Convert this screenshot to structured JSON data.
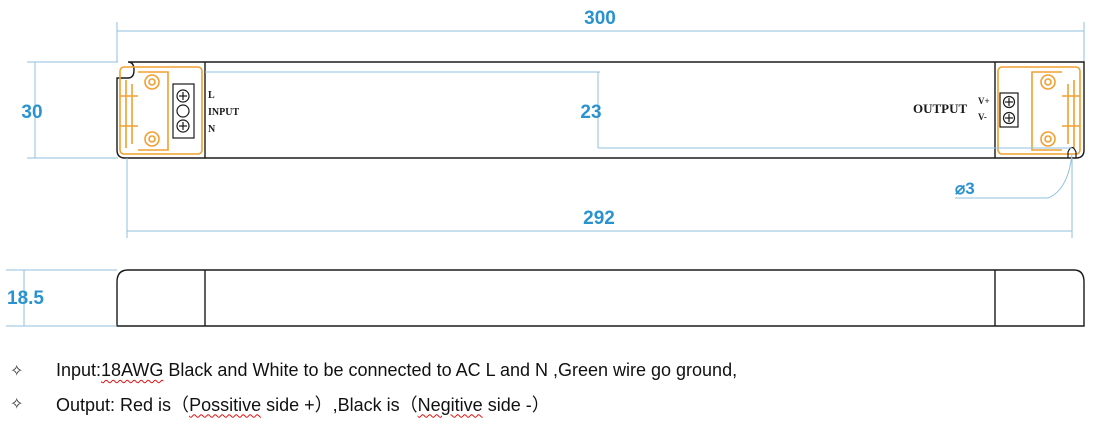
{
  "dimensions": {
    "total_length": "300",
    "width": "30",
    "inner_height": "23",
    "hole_diameter": "⌀3",
    "hole_spacing": "292",
    "height": "18.5"
  },
  "terminals": {
    "input_title": "INPUT",
    "input_l": "L",
    "input_n": "N",
    "output_title": "OUTPUT",
    "output_vplus": "V+",
    "output_vminus": "V-"
  },
  "colors": {
    "dimension": "#2a93cf",
    "outline": "#1a1a1a",
    "bracket": "#f0a030"
  },
  "notes": [
    {
      "icon": "four-point-star-icon",
      "parts": [
        "Input:",
        "18AWG",
        " Black and White to be connected to AC L and N ,Green wire go ground,"
      ]
    },
    {
      "icon": "four-point-star-icon",
      "parts": [
        "Output: Red is（",
        "Possitive",
        " side +）,Black is（",
        "Negitive",
        " side -）"
      ]
    }
  ]
}
